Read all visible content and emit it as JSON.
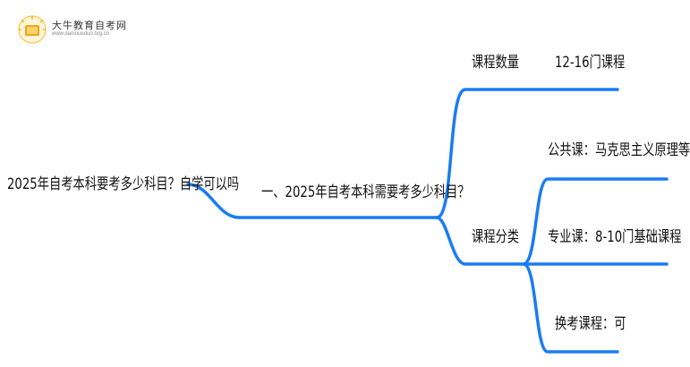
{
  "logo": {
    "name": "大牛教育自考网",
    "url": "www.danioueduo.org.cn"
  },
  "mindmap": {
    "root": "2025年自考本科要考多少科目？自学可以吗",
    "level1": "一、2025年自考本科需要考多少科目？",
    "branch_count": {
      "label": "课程数量",
      "value": "12-16门课程"
    },
    "branch_category": {
      "label": "课程分类",
      "items": [
        "公共课：马克思主义原理等",
        "专业课：8-10门基础课程",
        "换考课程：可"
      ]
    },
    "line_color": "#1a7cf2"
  }
}
